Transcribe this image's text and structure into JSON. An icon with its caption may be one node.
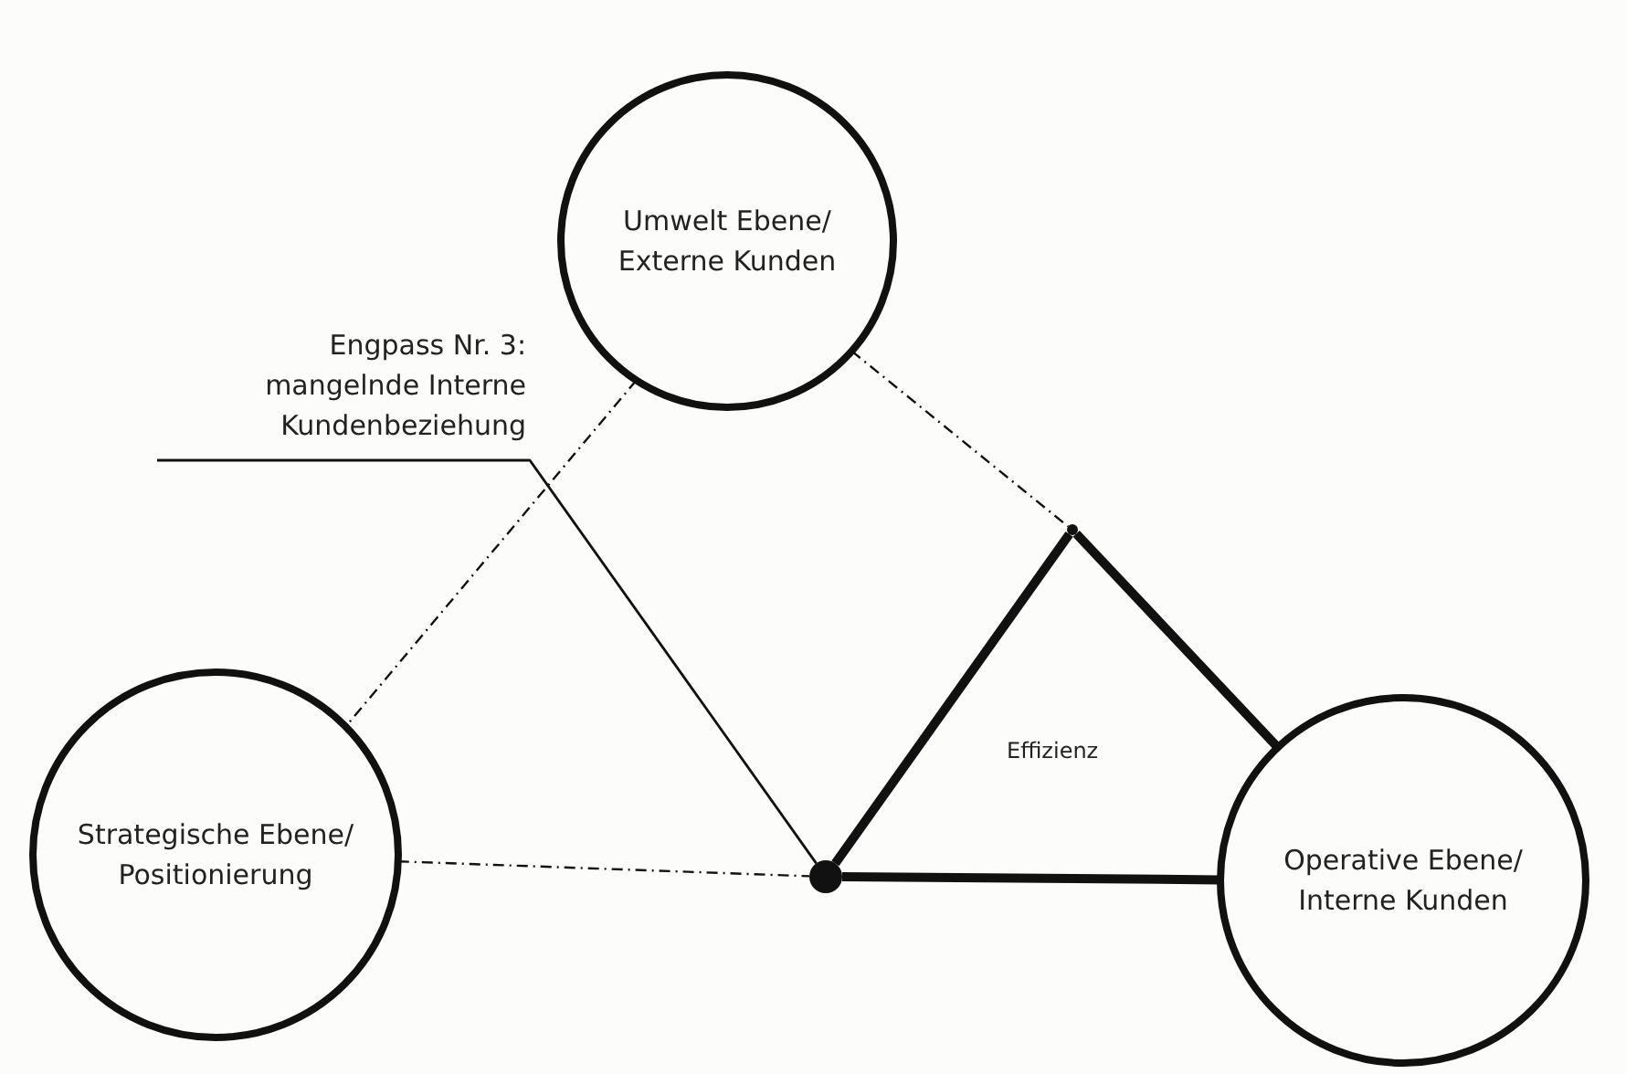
{
  "diagram": {
    "nodes": [
      {
        "text": [
          "Umwelt Ebene/ Externe Kunden"
        ]
      },
      {
        "text": [
          "Engpass Nr. 3: mangelnde Interne Kundenbeziehung"
        ]
      },
      {
        "text": [
          "Strategische Ebene/ Positionierung"
        ]
      },
      {
        "text": [
          "Operative Ebene/ Interne Kunden"
        ]
      },
      {
        "text": [],
        "shape": "circle"
      },
      {
        "text": [],
        "shape": "circle"
      }
    ],
    "edges": [
      {
        "from": 0,
        "to": 2,
        "arrow": "none",
        "style": "dashed"
      },
      {
        "from": 0,
        "to": 5,
        "arrow": "none",
        "style": "dashed"
      },
      {
        "from": 2,
        "to": 4,
        "arrow": "none",
        "style": "dashed"
      },
      {
        "from": 1,
        "to": 4,
        "arrow": "none"
      },
      {
        "from": 4,
        "to": 5,
        "arrow": "none",
        "style": "thick"
      },
      {
        "from": 5,
        "to": 3,
        "arrow": "none",
        "style": "thick"
      },
      {
        "from": 4,
        "to": 3,
        "arrow": "none",
        "style": "thick"
      }
    ],
    "labels": [
      "Effizienz"
    ]
  }
}
